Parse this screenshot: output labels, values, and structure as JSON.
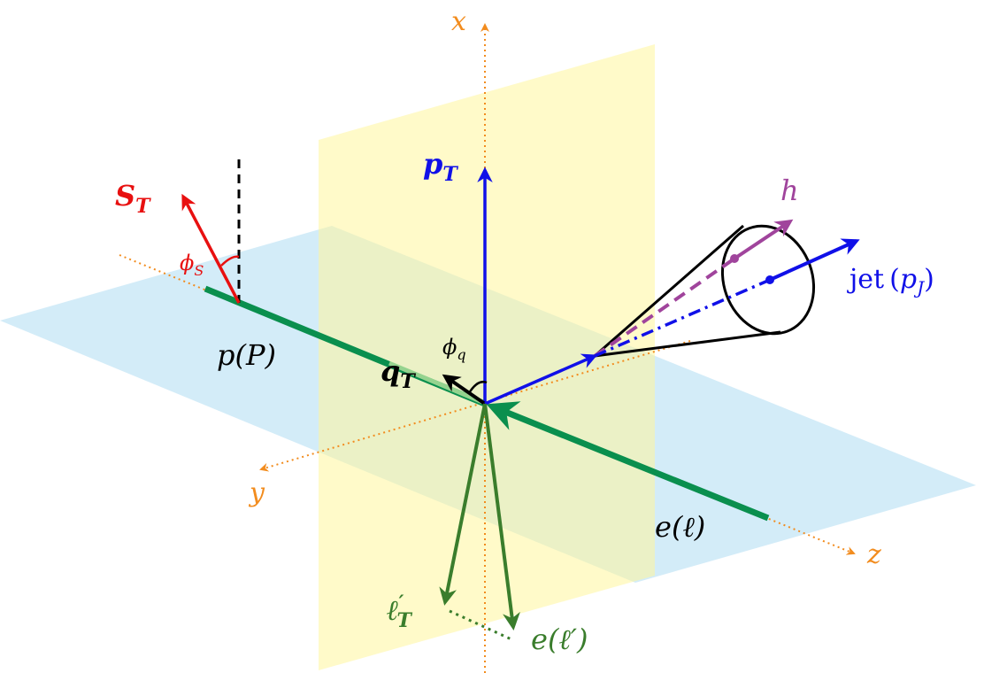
{
  "colors": {
    "axis": "#F28C1E",
    "vertical_plane": "#FFF59D",
    "horizontal_plane": "#AEDCF3",
    "beam": "#0A8F4E",
    "lepton": "#3A7D2C",
    "pT": "#1010E8",
    "spin": "#E81010",
    "hadron": "#A0449C",
    "black": "#000000"
  },
  "axes": {
    "x_label": "x",
    "y_label": "y",
    "z_label": "z"
  },
  "labels": {
    "spin": {
      "main": "S",
      "sub": "T"
    },
    "phi_s": {
      "main": "ϕ",
      "sub": "S"
    },
    "proton": "p(P)",
    "pT": {
      "main": "p",
      "sub": "T"
    },
    "qT": {
      "main": "q",
      "sub": "T"
    },
    "phi_q": {
      "main": "ϕ",
      "sub": "q"
    },
    "hadron": "h",
    "jet_word": "jet",
    "jet_momentum": {
      "main": "p",
      "sub": "J"
    },
    "electron": "e(ℓ)",
    "lT": {
      "main": "ℓ",
      "prime": "′",
      "sub": "T"
    },
    "electron_out": "e(ℓ′)"
  }
}
